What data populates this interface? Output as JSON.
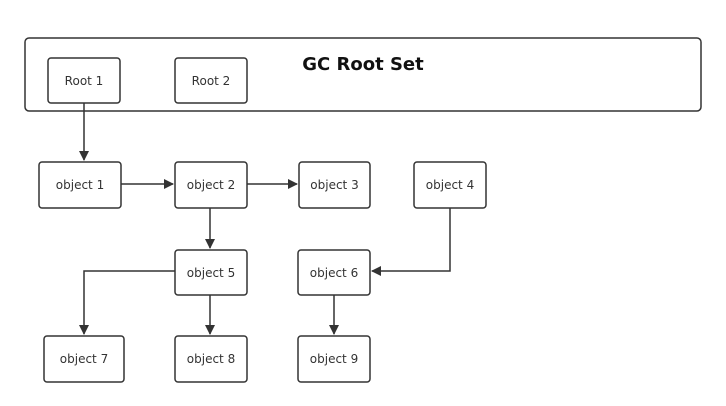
{
  "diagram": {
    "root_set": {
      "title": "GC Root Set",
      "roots": [
        {
          "id": "root1",
          "label": "Root 1"
        },
        {
          "id": "root2",
          "label": "Root 2"
        }
      ]
    },
    "objects": [
      {
        "id": "obj1",
        "label": "object 1"
      },
      {
        "id": "obj2",
        "label": "object 2"
      },
      {
        "id": "obj3",
        "label": "object 3"
      },
      {
        "id": "obj4",
        "label": "object 4"
      },
      {
        "id": "obj5",
        "label": "object 5"
      },
      {
        "id": "obj6",
        "label": "object 6"
      },
      {
        "id": "obj7",
        "label": "object 7"
      },
      {
        "id": "obj8",
        "label": "object 8"
      },
      {
        "id": "obj9",
        "label": "object 9"
      }
    ],
    "edges": [
      {
        "from": "root1",
        "to": "obj1"
      },
      {
        "from": "obj1",
        "to": "obj2"
      },
      {
        "from": "obj2",
        "to": "obj3"
      },
      {
        "from": "obj2",
        "to": "obj5"
      },
      {
        "from": "obj5",
        "to": "obj7"
      },
      {
        "from": "obj5",
        "to": "obj8"
      },
      {
        "from": "obj4",
        "to": "obj6"
      },
      {
        "from": "obj6",
        "to": "obj9"
      }
    ]
  }
}
